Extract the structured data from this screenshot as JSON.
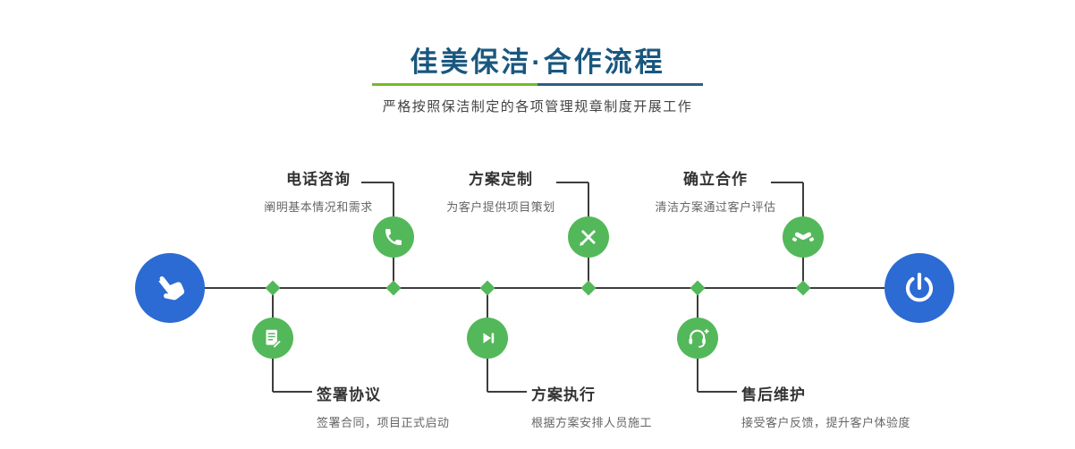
{
  "header": {
    "title": "佳美保洁·合作流程",
    "subtitle": "严格按照保洁制定的各项管理规章制度开展工作"
  },
  "colors": {
    "title_blue": "#19577f",
    "accent_green": "#53b85a",
    "endpoint_blue": "#2b6bd3",
    "divider_green": "#76b82a",
    "divider_blue": "#2c5f82",
    "line_dark": "#3d3d3d"
  },
  "timeline": {
    "start_icon": "hand-pointer-icon",
    "end_icon": "power-icon",
    "steps_top": [
      {
        "title": "电话咨询",
        "desc": "阐明基本情况和需求",
        "icon": "phone-icon"
      },
      {
        "title": "方案定制",
        "desc": "为客户提供项目策划",
        "icon": "design-tools-icon"
      },
      {
        "title": "确立合作",
        "desc": "清洁方案通过客户评估",
        "icon": "handshake-icon"
      }
    ],
    "steps_bottom": [
      {
        "title": "签署协议",
        "desc": "签署合同，项目正式启动",
        "icon": "contract-icon"
      },
      {
        "title": "方案执行",
        "desc": "根据方案安排人员施工",
        "icon": "play-icon"
      },
      {
        "title": "售后维护",
        "desc": "接受客户反馈，提升客户体验度",
        "icon": "headset-icon"
      }
    ]
  }
}
